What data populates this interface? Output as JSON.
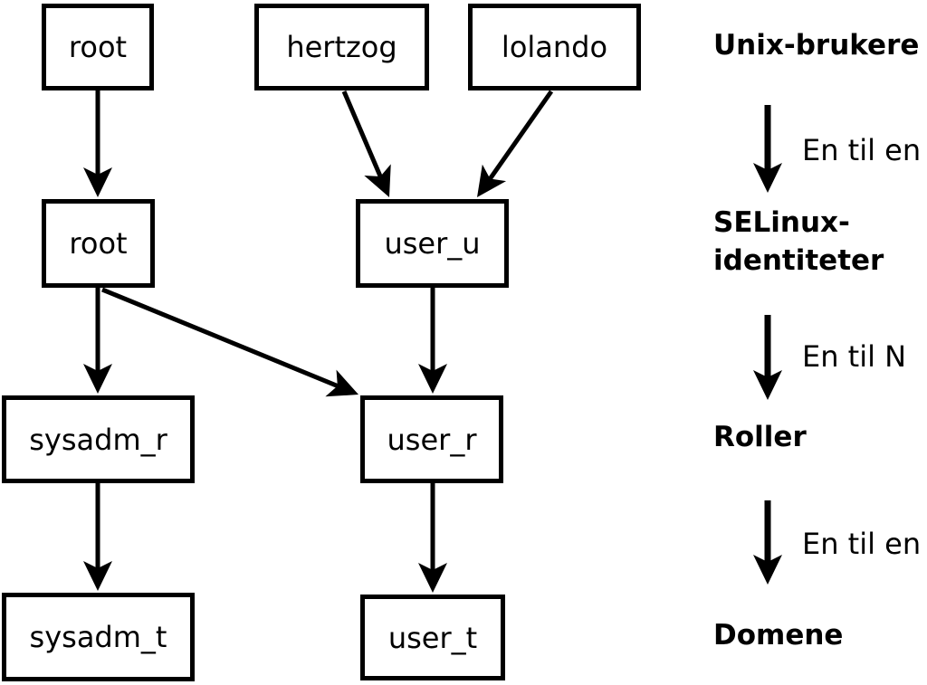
{
  "diagram": {
    "nodes": [
      {
        "id": "unix-root",
        "label": "root",
        "level": "unix-user"
      },
      {
        "id": "unix-hertzog",
        "label": "hertzog",
        "level": "unix-user"
      },
      {
        "id": "unix-lolando",
        "label": "lolando",
        "level": "unix-user"
      },
      {
        "id": "selinux-root",
        "label": "root",
        "level": "selinux-identity"
      },
      {
        "id": "selinux-user_u",
        "label": "user_u",
        "level": "selinux-identity"
      },
      {
        "id": "role-sysadm_r",
        "label": "sysadm_r",
        "level": "role"
      },
      {
        "id": "role-user_r",
        "label": "user_r",
        "level": "role"
      },
      {
        "id": "domain-sysadm_t",
        "label": "sysadm_t",
        "level": "domain"
      },
      {
        "id": "domain-user_t",
        "label": "user_t",
        "level": "domain"
      }
    ],
    "edges": [
      {
        "from": "unix-root",
        "to": "selinux-root"
      },
      {
        "from": "unix-hertzog",
        "to": "selinux-user_u"
      },
      {
        "from": "unix-lolando",
        "to": "selinux-user_u"
      },
      {
        "from": "selinux-root",
        "to": "role-sysadm_r"
      },
      {
        "from": "selinux-root",
        "to": "role-user_r"
      },
      {
        "from": "selinux-user_u",
        "to": "role-user_r"
      },
      {
        "from": "role-sysadm_r",
        "to": "domain-sysadm_t"
      },
      {
        "from": "role-user_r",
        "to": "domain-user_t"
      }
    ]
  },
  "legend": {
    "levels": [
      {
        "label": "Unix-brukere"
      },
      {
        "label": "SELinux-identiteter"
      },
      {
        "label": "Roller"
      },
      {
        "label": "Domene"
      }
    ],
    "arrows": [
      {
        "label": "En til en"
      },
      {
        "label": "En til N"
      },
      {
        "label": "En til en"
      }
    ]
  },
  "colors": {
    "line": "#000000",
    "box_fill": "#ffffff",
    "background": "#ffffff",
    "text": "#000000"
  }
}
